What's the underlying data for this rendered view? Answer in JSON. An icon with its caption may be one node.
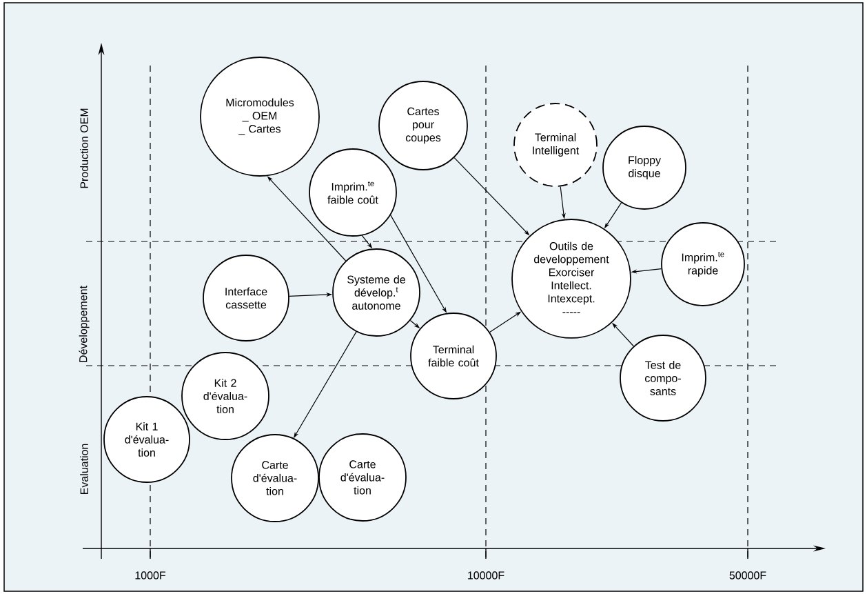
{
  "diagram": {
    "nodes": [
      {
        "text": [
          "Micromodules",
          "_ OEM",
          "_ Cartes"
        ]
      },
      {
        "text": [
          "Cartes pour coupes"
        ]
      },
      {
        "text": [
          "Imprim.$^{te}$ faible coût"
        ]
      },
      {
        "text": [
          "Terminal Intelligent"
        ]
      },
      {
        "text": [
          "Floppy disque"
        ]
      },
      {
        "text": [
          "Interface cassette"
        ]
      },
      {
        "text": [
          "Systeme de dévelop.$^{t}$ autonome"
        ]
      },
      {
        "text": [
          "Outils de developpement",
          "Exorciser",
          "Intellect.",
          "Intexcept.",
          "-----"
        ]
      },
      {
        "text": [
          "Imprim.$^{te}$ rapide"
        ]
      },
      {
        "text": [
          "Terminal faible coût"
        ]
      },
      {
        "text": [
          "Test de compo-sants"
        ]
      },
      {
        "text": [
          "Kit 2 d'évalua-tion"
        ]
      },
      {
        "text": [
          "Kit 1 d'évalua-tion"
        ]
      },
      {
        "text": [
          "Carte d'évalua-tion"
        ]
      },
      {
        "text": [
          "Carte d'évalua-tion"
        ]
      }
    ],
    "edges": [
      {
        "from": 6,
        "to": 0,
        "arrow": "to"
      },
      {
        "from": 2,
        "to": 6,
        "arrow": "to"
      },
      {
        "from": 2,
        "to": 9,
        "arrow": "to"
      },
      {
        "from": 5,
        "to": 6,
        "arrow": "to"
      },
      {
        "from": 6,
        "to": 9,
        "arrow": "to"
      },
      {
        "from": 6,
        "to": 13,
        "arrow": "to"
      },
      {
        "from": 1,
        "to": 7,
        "arrow": "to"
      },
      {
        "from": 3,
        "to": 7,
        "arrow": "to"
      },
      {
        "from": 4,
        "to": 7,
        "arrow": "to"
      },
      {
        "from": 8,
        "to": 7,
        "arrow": "to"
      },
      {
        "from": 10,
        "to": 7,
        "arrow": "to"
      },
      {
        "from": 9,
        "to": 7,
        "arrow": "to"
      }
    ],
    "labels": [
      "Production OEM",
      "Développement",
      "Evaluation",
      "1000F",
      "10000F",
      "50000F"
    ]
  }
}
